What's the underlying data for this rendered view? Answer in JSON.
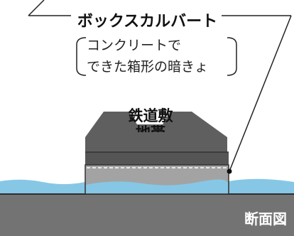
{
  "callout": {
    "title": "ボックスカルバート",
    "description_line1": "コンクリートで",
    "description_line2": "できた箱形の暗きょ"
  },
  "diagram": {
    "railway_label": "鉄道敷",
    "railway_label_cut": "地帯",
    "section_label": "断面図"
  },
  "colors": {
    "ground": "#737373",
    "embankment": "#5f5f5f",
    "culvert": "#a3a3a3",
    "water": "#86c7e6",
    "leader_line": "#222222"
  }
}
